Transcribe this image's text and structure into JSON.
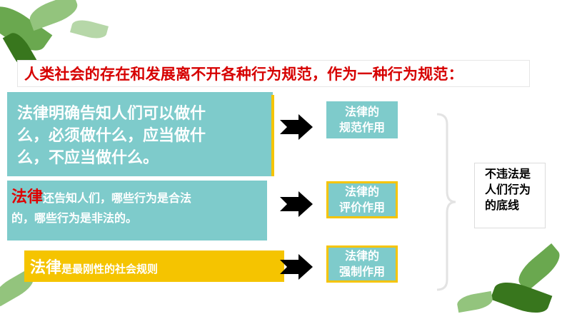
{
  "title": "人类社会的存在和发展离不开各种行为规范，作为一种行为规范：",
  "left_boxes": [
    {
      "lines": [
        "法律明确告知人们可以做什",
        "么，必须做什么，应当做什",
        "么，不应当做什么。"
      ]
    },
    {
      "highlight": "法律",
      "rest_lines": [
        "还告知人们，哪些行为是合法",
        "的，哪些行为是非法的。"
      ]
    },
    {
      "highlight": "法律",
      "rest": "是最刚性的社会规则"
    }
  ],
  "right_boxes": [
    {
      "line1": "法律的",
      "line2": "规范作用"
    },
    {
      "line1": "法律的",
      "line2": "评价作用"
    },
    {
      "line1": "法律的",
      "line2": "强制作用"
    }
  ],
  "conclusion_lines": [
    "不违法是",
    "人们行为",
    "的底线"
  ],
  "colors": {
    "teal": "#7ecbcb",
    "yellow": "#f5c400",
    "red": "#d60000",
    "arrow": "#000000"
  },
  "icons": [
    "arrow-right-icon",
    "right-brace-icon",
    "leaf-decoration-icon"
  ]
}
